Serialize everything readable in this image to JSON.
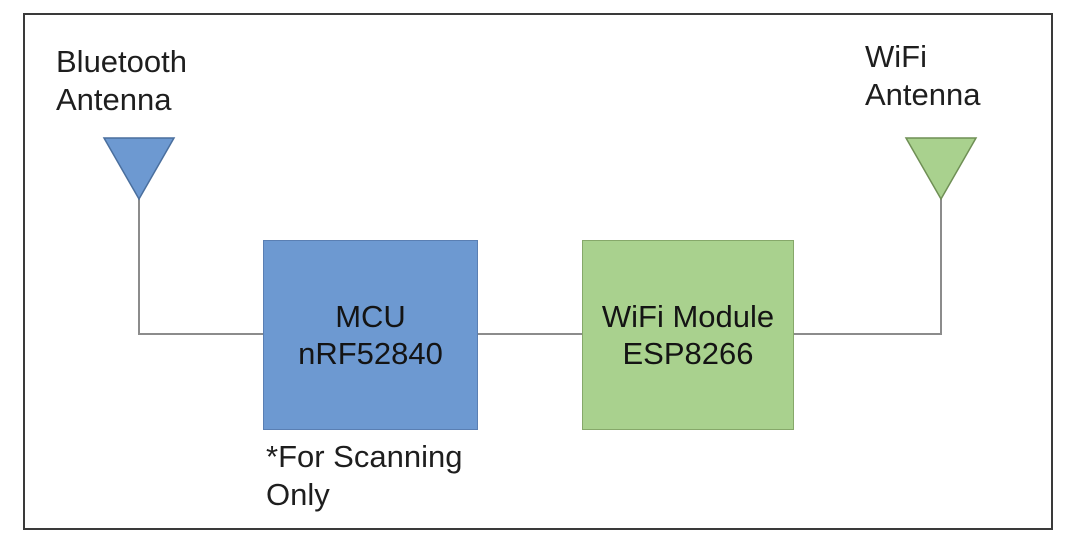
{
  "colors": {
    "mcu_fill": "#6d99d1",
    "wifi_module_fill": "#a9d18e",
    "bluetooth_antenna_fill": "#6d99d1",
    "wifi_antenna_fill": "#a9d18e",
    "wire": "#8c8c8c",
    "frame": "#3a3a3a"
  },
  "bluetooth_antenna": {
    "label_line1": "Bluetooth",
    "label_line2": "Antenna",
    "icon": "antenna-triangle-icon"
  },
  "wifi_antenna": {
    "label_line1": "WiFi",
    "label_line2": "Antenna",
    "icon": "antenna-triangle-icon"
  },
  "mcu": {
    "line1": "MCU",
    "line2": "nRF52840",
    "note_line1": "*For Scanning",
    "note_line2": "Only"
  },
  "wifi_module": {
    "line1": "WiFi Module",
    "line2": "ESP8266"
  }
}
